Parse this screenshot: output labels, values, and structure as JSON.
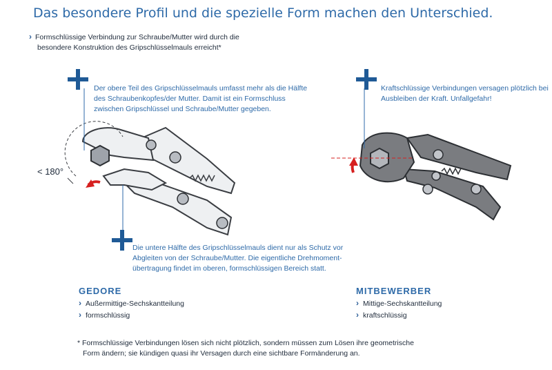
{
  "title": "Das besondere Profil und die spezielle Form machen den Unterschied.",
  "intro": {
    "line1": "Formschlüssige Verbindung zur Schraube/Mutter wird durch die",
    "line2": "besondere Konstruktion des Gripschlüsselmauls erreicht*"
  },
  "gedore": {
    "callout_top": [
      "Der obere Teil des Gripschlüsselmauls umfasst mehr als die Hälfte",
      "des Schraubenkopfes/der Mutter. Damit ist ein Formschluss",
      "zwischen Gripschlüssel und Schraube/Mutter gegeben."
    ],
    "callout_bottom": [
      "Die untere Hälfte des Gripschlüsselmauls dient nur als Schutz vor",
      "Abgleiten von der Schraube/Mutter. Die eigentliche Drehmoment-",
      "übertragung findet im oberen, formschlüssigen Bereich statt."
    ],
    "angle_label": "< 180°",
    "heading": "GEDORE",
    "bullets": [
      "Außermittige-Sechskantteilung",
      "formschlüssig"
    ]
  },
  "competitor": {
    "callout": [
      "Kraftschlüssige Verbindungen versagen plötzlich bei",
      "Ausbleiben der Kraft. Unfallgefahr!"
    ],
    "heading": "MITBEWERBER",
    "bullets": [
      "Mittige-Sechskantteilung",
      "kraftschlüssig"
    ]
  },
  "footnote": {
    "line1": "* Formschlüssige Verbindungen lösen sich nicht plötzlich, sondern müssen zum Lösen ihre geometrische",
    "line2": "Form ändern; sie kündigen quasi ihr Versagen durch eine sichtbare Formänderung an."
  },
  "colors": {
    "accent_blue": "#2e6aa8",
    "plus_blue": "#1f5a96",
    "gedore_tool": "#eef0f2",
    "competitor_tool": "#7a7c80",
    "arrow_red": "#d6201f"
  }
}
